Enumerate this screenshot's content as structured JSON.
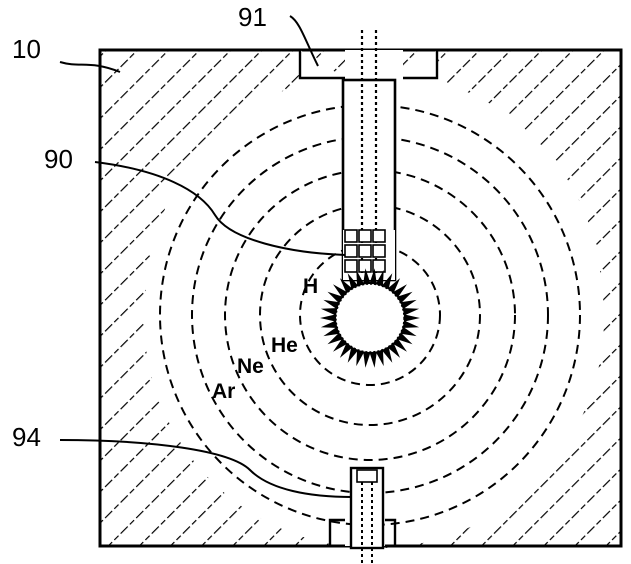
{
  "figure": {
    "reference_labels": {
      "housing": "10",
      "inner_element": "90",
      "upper_inlet": "91",
      "lower_element": "94"
    },
    "gas_labels": {
      "hydrogen": "H",
      "helium": "He",
      "neon": "Ne",
      "argon": "Ar"
    },
    "dashed_rings": 5
  }
}
